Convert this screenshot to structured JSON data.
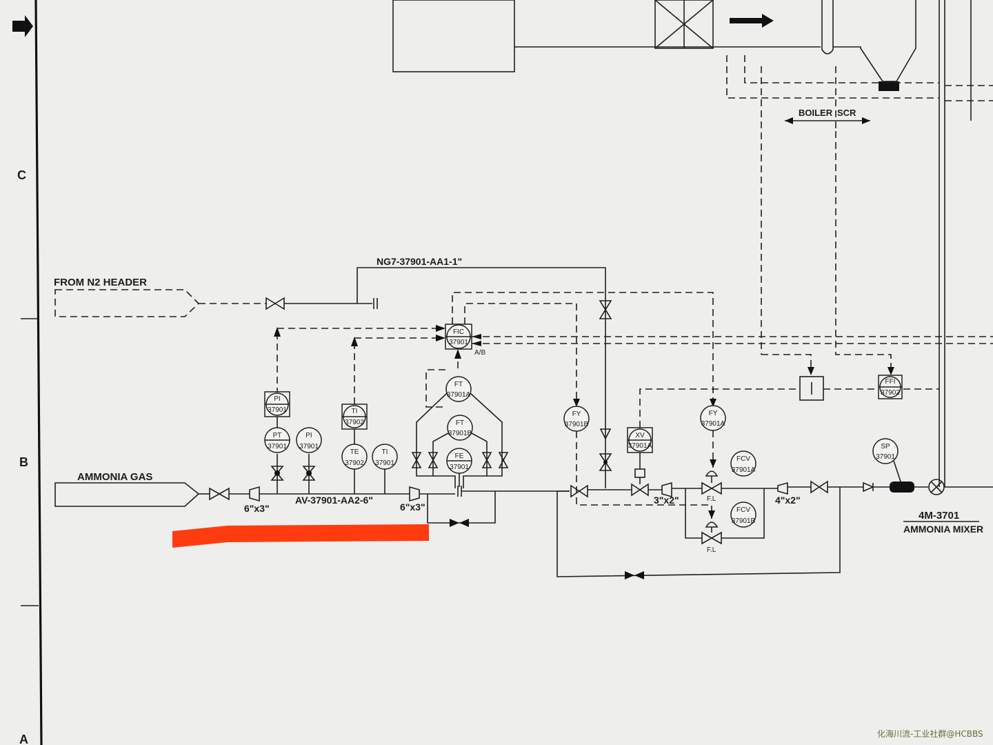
{
  "zone_letters": [
    "C",
    "B",
    "A"
  ],
  "labels": {
    "from_n2_header": "FROM N2 HEADER",
    "n2_line": "NG7-37901-AA1-1\"",
    "ammonia_gas": "AMMONIA GAS",
    "main_line": "AV-37901-AA2-6\"",
    "reducer_1": "6\"x3\"",
    "reducer_2": "6\"x3\"",
    "reducer_3": "3\"x2\"",
    "reducer_4": "4\"x2\"",
    "boiler": "BOILER",
    "scr": "SCR",
    "mixer_tag": "4M-3701",
    "mixer_name": "AMMONIA MIXER",
    "ab": "A/B",
    "fl_1": "F.L",
    "fl_2": "F.L",
    "watermark": "化海川流-工业社群@HCBBS"
  },
  "instruments": {
    "pi_box": {
      "fn": "PI",
      "num": "37901"
    },
    "pt": {
      "fn": "PT",
      "num": "37901"
    },
    "pi_loc": {
      "fn": "PI",
      "num": "37901"
    },
    "ti_box": {
      "fn": "TI",
      "num": "37902"
    },
    "te": {
      "fn": "TE",
      "num": "37902"
    },
    "ti_loc": {
      "fn": "TI",
      "num": "37901"
    },
    "fic": {
      "fn": "FIC",
      "num": "37901"
    },
    "ft_a": {
      "fn": "FT",
      "num": "37901A"
    },
    "ft_b": {
      "fn": "FT",
      "num": "37901B"
    },
    "fe": {
      "fn": "FE",
      "num": "37901"
    },
    "fy_b": {
      "fn": "FY",
      "num": "37901B"
    },
    "fy_a": {
      "fn": "FY",
      "num": "37901A"
    },
    "xv": {
      "fn": "XV",
      "num": "37901A"
    },
    "fcv_a": {
      "fn": "FCV",
      "num": "37901A"
    },
    "fcv_b": {
      "fn": "FCV",
      "num": "37901B"
    },
    "ffi": {
      "fn": "FFI",
      "num": "37902"
    },
    "sp": {
      "fn": "SP",
      "num": "37901"
    }
  },
  "colors": {
    "redaction": "#ff3b10",
    "ink": "#1f1f1f",
    "paper": "#eeeeec"
  }
}
